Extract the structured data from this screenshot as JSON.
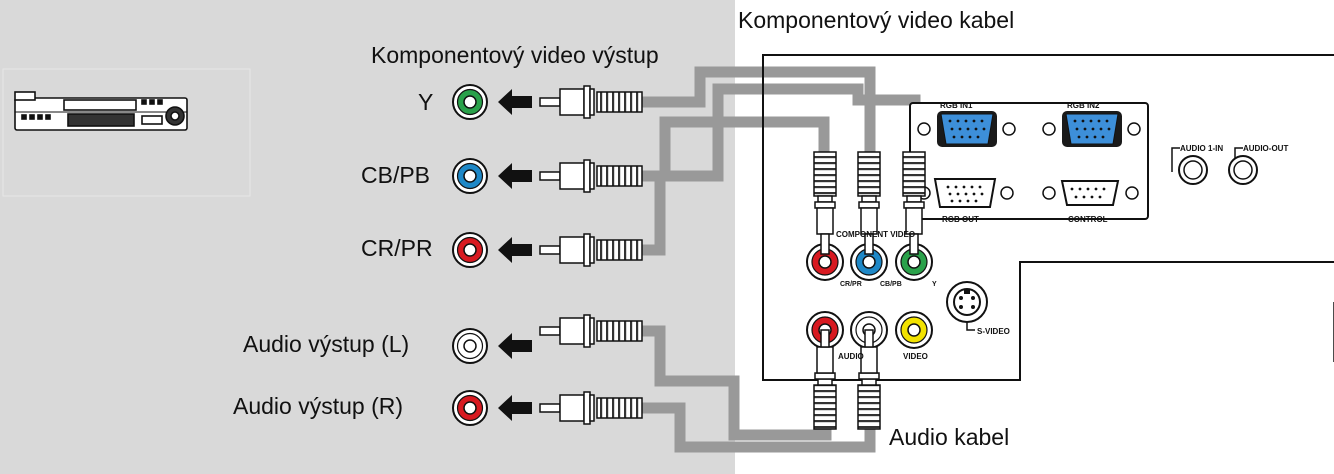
{
  "source_panel": {
    "background_color": "#d9d9d9",
    "device_icon": "dvd-player-icon"
  },
  "labels": {
    "component_output": "Komponentový video výstup",
    "component_cable": "Komponentový video kabel",
    "audio_cable": "Audio kabel"
  },
  "source_jacks": [
    {
      "id": "y",
      "label": "Y",
      "color": "#2aa14a"
    },
    {
      "id": "cb",
      "label": "CB/PB",
      "color": "#1e88c7"
    },
    {
      "id": "cr",
      "label": "CR/PR",
      "color": "#d71920"
    },
    {
      "id": "audio-l",
      "label": "Audio výstup (L)",
      "color": "#ffffff"
    },
    {
      "id": "audio-r",
      "label": "Audio výstup (R)",
      "color": "#d71920"
    }
  ],
  "projector_panel": {
    "rgb_in1": "RGB IN1",
    "rgb_in2": "RGB IN2",
    "rgb_out": "RGB OUT",
    "control": "CONTROL",
    "audio_in": "AUDIO 1-IN",
    "audio_out": "AUDIO-OUT",
    "component_video": "COMPONENT VIDEO",
    "cr_pr": "CR/PR",
    "cb_pb": "CB/PB",
    "y": "Y",
    "audio": "AUDIO",
    "video": "VIDEO",
    "s_video": "S-VIDEO"
  },
  "colors": {
    "cable": "#999999",
    "jack_green": "#2aa14a",
    "jack_blue": "#1e88c7",
    "jack_red": "#d71920",
    "jack_yellow": "#f2e200",
    "vga_blue": "#3d8fd9"
  }
}
